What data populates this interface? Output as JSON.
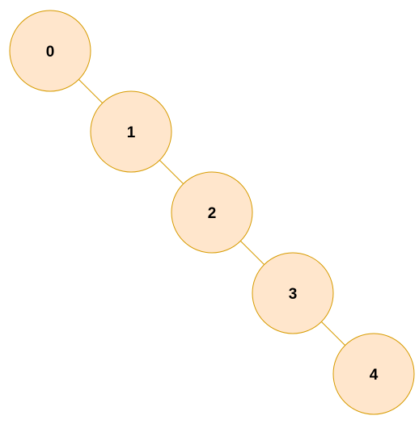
{
  "diagram": {
    "type": "tree",
    "colors": {
      "node_fill": "#ffe6cc",
      "node_stroke": "#d79b00",
      "edge": "#d79b00",
      "label": "#000000"
    },
    "nodes": [
      {
        "id": "n0",
        "label": "0"
      },
      {
        "id": "n1",
        "label": "1"
      },
      {
        "id": "n2",
        "label": "2"
      },
      {
        "id": "n3",
        "label": "3"
      },
      {
        "id": "n4",
        "label": "4"
      }
    ],
    "edges": [
      {
        "from": "n0",
        "to": "n1"
      },
      {
        "from": "n1",
        "to": "n2"
      },
      {
        "from": "n2",
        "to": "n3"
      },
      {
        "from": "n3",
        "to": "n4"
      }
    ]
  }
}
